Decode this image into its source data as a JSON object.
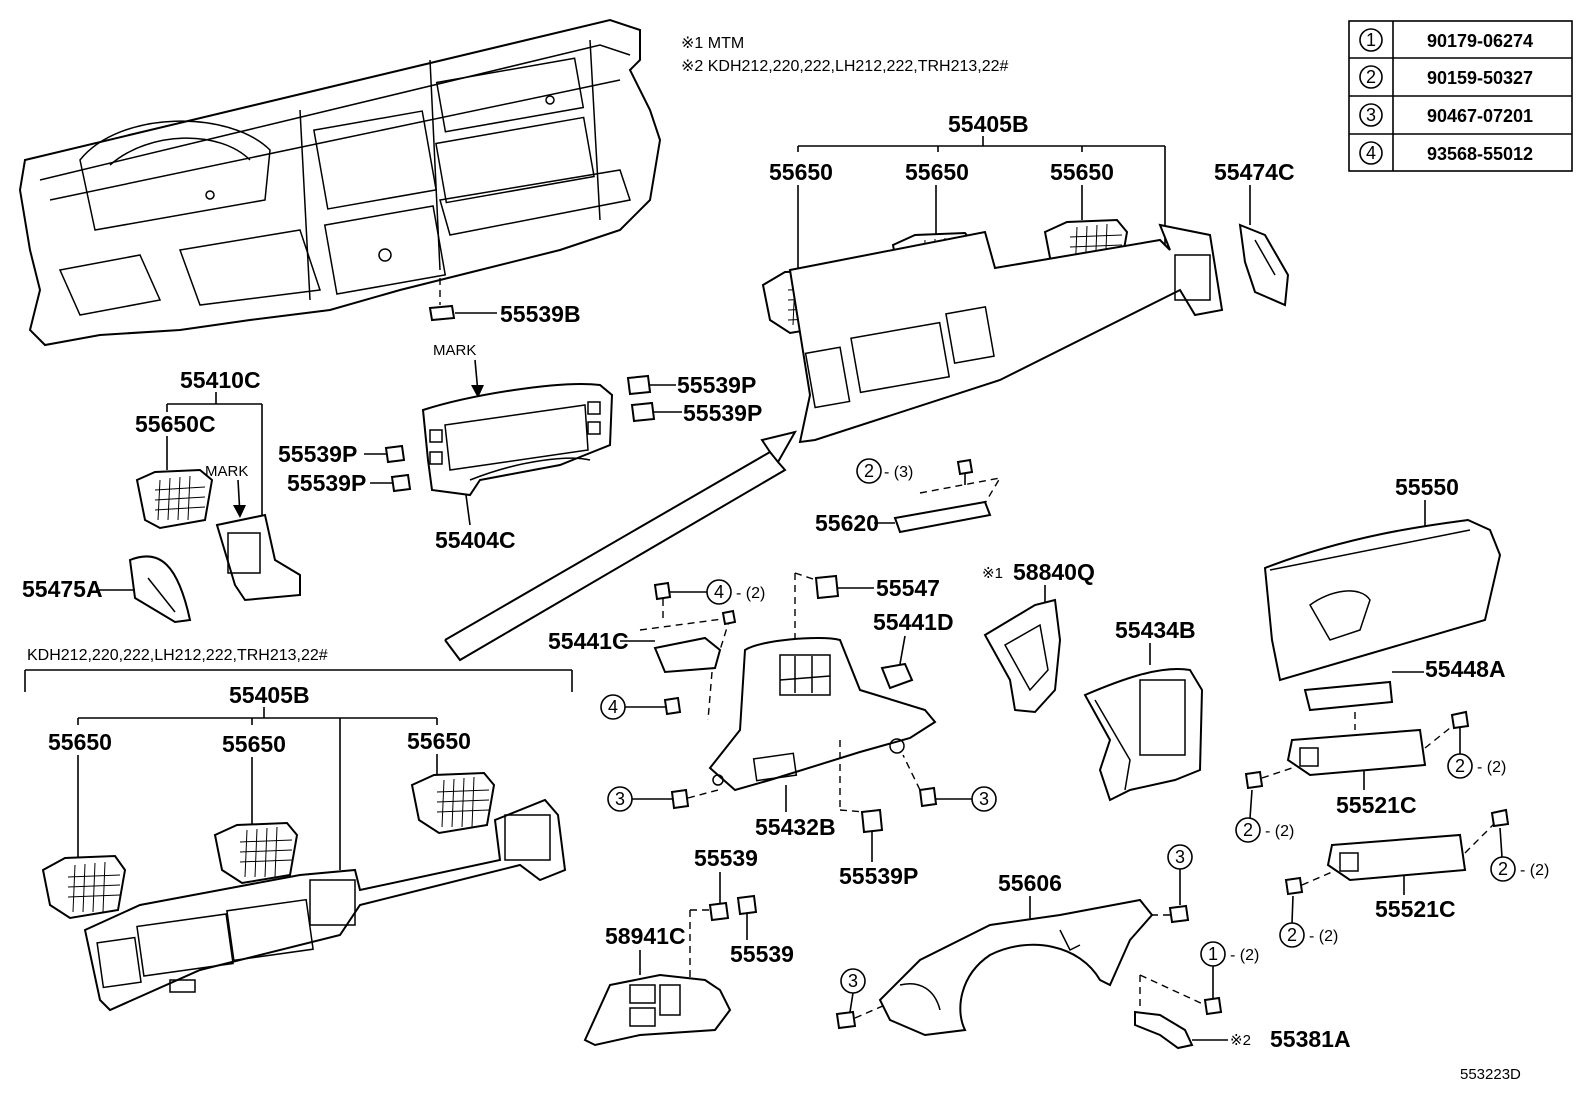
{
  "notes": {
    "note1": "※1 MTM",
    "note2": "※2 KDH212,220,222,LH212,222,TRH213,22#",
    "variant_label": "KDH212,220,222,LH212,222,TRH213,22#"
  },
  "legend": [
    {
      "num": "1",
      "part": "90179-06274"
    },
    {
      "num": "2",
      "part": "90159-50327"
    },
    {
      "num": "3",
      "part": "90467-07201"
    },
    {
      "num": "4",
      "part": "93568-55012"
    }
  ],
  "labels": {
    "p55539B": "55539B",
    "mark1": "MARK",
    "mark2": "MARK",
    "p55410C": "55410C",
    "p55650C": "55650C",
    "p55475A": "55475A",
    "p55539P_a": "55539P",
    "p55539P_b": "55539P",
    "p55539P_c": "55539P",
    "p55539P_d": "55539P",
    "p55404C": "55404C",
    "p55405B_top": "55405B",
    "p55650_t1": "55650",
    "p55650_t2": "55650",
    "p55650_t3": "55650",
    "p55474C": "55474C",
    "p55620": "55620",
    "p55550": "55550",
    "p58840Q": "58840Q",
    "mark_x1": "※1",
    "p55547": "55547",
    "p55441C": "55441C",
    "p55441D": "55441D",
    "p55434B": "55434B",
    "p55448A": "55448A",
    "p55432B": "55432B",
    "p55539P_e": "55539P",
    "p55521C_a": "55521C",
    "p55521C_b": "55521C",
    "p55405B_bot": "55405B",
    "p55650_b1": "55650",
    "p55650_b2": "55650",
    "p55650_b3": "55650",
    "p55539_a": "55539",
    "p55539_b": "55539",
    "p58941C": "58941C",
    "p55606": "55606",
    "p55381A": "55381A",
    "mark_x2": "※2",
    "diagram_id": "553223D"
  },
  "fasteners": {
    "f2_3": {
      "num": "2",
      "qty": "- (3)"
    },
    "f4_2": {
      "num": "4",
      "qty": "- (2)"
    },
    "f4": {
      "num": "4"
    },
    "f3_left": {
      "num": "3"
    },
    "f3_right": {
      "num": "3"
    },
    "f2_r1": {
      "num": "2",
      "qty": "- (2)"
    },
    "f2_r2": {
      "num": "2",
      "qty": "- (2)"
    },
    "f2_r3": {
      "num": "2",
      "qty": "- (2)"
    },
    "f2_r4": {
      "num": "2",
      "qty": "- (2)"
    },
    "f3_55606a": {
      "num": "3"
    },
    "f3_55606b": {
      "num": "3"
    },
    "f1_2": {
      "num": "1",
      "qty": "- (2)"
    }
  }
}
